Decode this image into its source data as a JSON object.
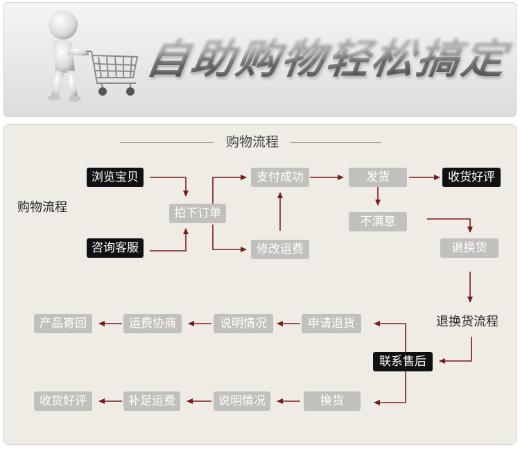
{
  "banner": {
    "title": "自助购物轻松搞定",
    "mascot_icon": "shopping-cart-figure-icon"
  },
  "panel": {
    "title": "购物流程",
    "side_label": "购物流程",
    "return_label": "退换货流程"
  },
  "nodes": {
    "browse": "浏览宝贝",
    "consult": "咨询客服",
    "place_order": "拍下订单",
    "payment_success": "支付成功",
    "modify_shipping": "修改运费",
    "ship": "发货",
    "confirm_review": "收货好评",
    "unsatisfied": "不满意",
    "return_exchange": "退换货",
    "contact_after_sales": "联系售后",
    "apply_return": "申请退货",
    "explain_return": "说明情况",
    "negotiate_shipping": "运费协商",
    "send_back": "产品寄回",
    "exchange": "换货",
    "explain_exchange": "说明情况",
    "supplement_shipping": "补足运费",
    "receive_review": "收货好评"
  },
  "colors": {
    "arrow": "#7a1a1a",
    "dark_node": "#111111",
    "gray_node": "#c2c0bc",
    "panel_bg": "#efece6"
  }
}
